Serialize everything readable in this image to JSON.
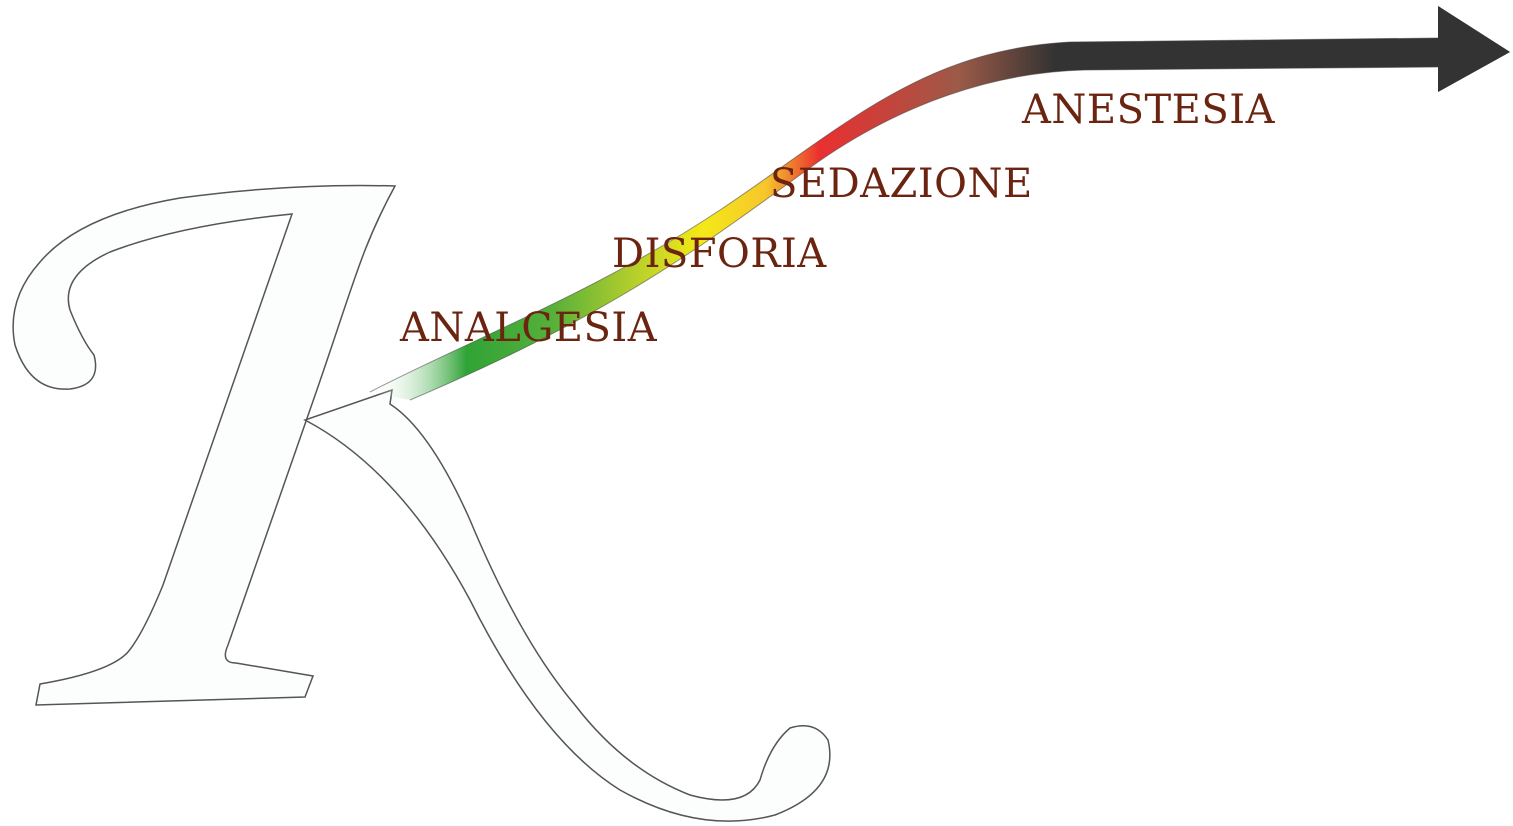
{
  "diagram": {
    "stages": [
      {
        "label": "ANALGESIA",
        "color": "#2fa336"
      },
      {
        "label": "DISFORIA",
        "color": "#f4e917"
      },
      {
        "label": "SEDAZIONE",
        "color": "#ea2f30"
      },
      {
        "label": "ANESTESIA",
        "color": "#333333"
      }
    ],
    "label_color": "#6b2410",
    "letter_outline_color": "#555555"
  }
}
